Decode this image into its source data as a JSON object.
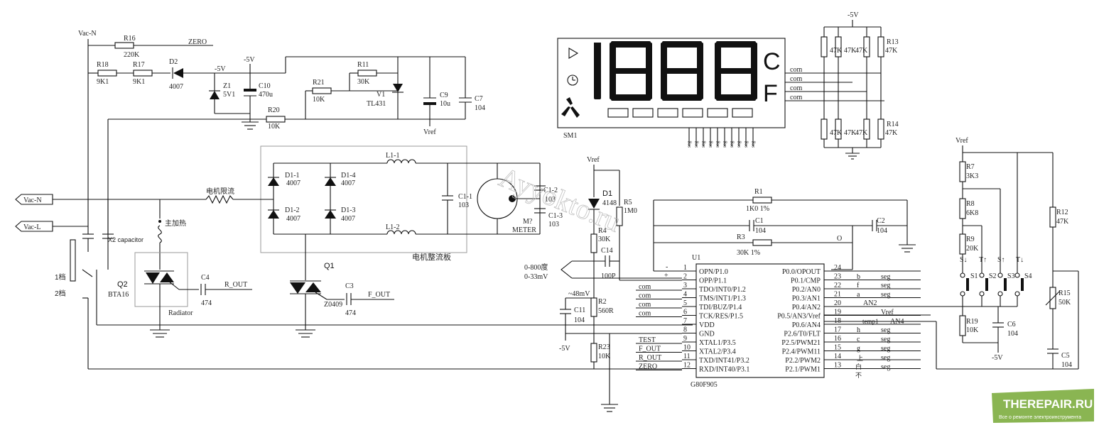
{
  "labels": {
    "vac_n_top": "Vac-N",
    "zero": "ZERO",
    "r16": "R16",
    "r16v": "220K",
    "r18": "R18",
    "r18v": "9K1",
    "r17": "R17",
    "r17v": "9K1",
    "d2": "D2",
    "d2v": "4007",
    "m5v_a": "-5V",
    "m5v_b": "-5V",
    "m5v_c": "-5V",
    "z1": "Z1",
    "z1v": "5V1",
    "c10": "C10",
    "c10v": "470u",
    "r11": "R11",
    "r11v": "30K",
    "r21": "R21",
    "r21v": "10K",
    "v1": "V1",
    "v1v": "TL431",
    "c9": "C9",
    "c9v": "10u",
    "c7": "C7",
    "c7v": "104",
    "r20": "R20",
    "r20v": "10K",
    "vref1": "Vref",
    "sm1": "SM1",
    "disp_c": "C",
    "disp_f": "F",
    "com": "com",
    "m5v_top": "-5V",
    "r13": "R13",
    "r13v": "47K",
    "r14": "R14",
    "r14v": "47K",
    "k47": "47K",
    "seg": "seg",
    "d11": "D1-1",
    "d14": "D1-4",
    "d12": "D1-2",
    "d13": "D1-3",
    "v4007": "4007",
    "l11": "L1-1",
    "l12": "L1-2",
    "c11x": "C1-1",
    "c11v": "103",
    "c12": "C1-2",
    "c12v": "103",
    "c13": "C1-3",
    "c13v": "103",
    "meter_m": "M?",
    "meter": "METER",
    "board": "电机整流板",
    "motor_lim": "电机限流",
    "main_heat": "主加热",
    "vac_n": "Vac-N",
    "vac_l": "Vac-L",
    "x2cap": "X2 capacitor",
    "gear1": "1档",
    "gear2": "2档",
    "q2": "Q2",
    "q2v": "BTA16",
    "radiator": "Radiator",
    "c4": "C4",
    "c4v": "474",
    "r_out": "R_OUT",
    "q1": "Q1",
    "q1v": "Z0409",
    "c3": "C3",
    "c3v": "474",
    "f_out": "F_OUT",
    "vref2": "Vref",
    "d1": "D1",
    "d1v": "4148",
    "r5": "R5",
    "r5v": "1M0",
    "r4": "R4",
    "r4v": "30K",
    "c14": "C14",
    "c14v": "100P",
    "range1": "0-800度",
    "range2": "0-33mV",
    "minus": "-",
    "plus": "+",
    "r1": "R1",
    "r1v": "1K0 1%",
    "c1": "C1",
    "c1v": "104",
    "r3": "R3",
    "r3v": "30K 1%",
    "c2": "C2",
    "c2v": "104",
    "o": "O",
    "mv48": "~48mV",
    "r2": "R2",
    "r2v": "560R",
    "c11": "C11",
    "c11v2": "104",
    "m5v_d": "-5V",
    "r23": "R23",
    "r23v": "10K",
    "u1": "U1",
    "u1v": "G80F905",
    "vref3": "Vref",
    "r7": "R7",
    "r7v": "3K3",
    "r8": "R8",
    "r8v": "6K8",
    "r9": "R9",
    "r9v": "20K",
    "r12": "R12",
    "r12v": "47K",
    "s1": "S1",
    "s2": "S2",
    "s3": "S3",
    "s4": "S4",
    "sdn1": "S↓",
    "tup": "T↑",
    "sup": "S↑",
    "tdn": "T↓",
    "r15": "R15",
    "r15v": "50K",
    "r19": "R19",
    "r19v": "10K",
    "c6": "C6",
    "c6v": "104",
    "c5": "C5",
    "c5v": "104",
    "m5v_e": "-5V",
    "test": "TEST",
    "f_out2": "F_OUT",
    "r_out2": "R_OUT",
    "zero2": "ZERO",
    "an2": "AN2",
    "vref4": "Vref",
    "temp1": "temp1",
    "an4": "AN4",
    "wd_b": "b",
    "wd_f": "f",
    "wd_a": "a",
    "wd_h": "h",
    "wd_c": "c",
    "wd_g": "g",
    "bai": "白",
    "shang": "上",
    "bu": "不"
  },
  "u1_left_pins": [
    {
      "num": "1",
      "name": "OPN/P1.0",
      "net": ""
    },
    {
      "num": "2",
      "name": "OPP/P1.1",
      "net": ""
    },
    {
      "num": "3",
      "name": "TDO/INT0/P1.2",
      "net": "com"
    },
    {
      "num": "4",
      "name": "TMS/INT1/P1.3",
      "net": "com"
    },
    {
      "num": "5",
      "name": "TDI/BUZ/P1.4",
      "net": "com"
    },
    {
      "num": "6",
      "name": "TCK/RES/P1.5",
      "net": "com"
    },
    {
      "num": "7",
      "name": "VDD",
      "net": ""
    },
    {
      "num": "8",
      "name": "GND",
      "net": ""
    },
    {
      "num": "9",
      "name": "XTAL1/P3.5",
      "net": "TEST"
    },
    {
      "num": "10",
      "name": "XTAL2/P3.4",
      "net": "F_OUT"
    },
    {
      "num": "11",
      "name": "TXD/INT41/P3.2",
      "net": "R_OUT"
    },
    {
      "num": "12",
      "name": "RXD/INT40/P3.1",
      "net": "ZERO"
    }
  ],
  "u1_right_pins": [
    {
      "num": "24",
      "name": "P0.0/OPOUT"
    },
    {
      "num": "23",
      "name": "P0.1/CMP"
    },
    {
      "num": "22",
      "name": "P0.2/AN0"
    },
    {
      "num": "21",
      "name": "P0.3/AN1"
    },
    {
      "num": "20",
      "name": "P0.4/AN2"
    },
    {
      "num": "19",
      "name": "P0.5/AN3/Vref"
    },
    {
      "num": "18",
      "name": "P0.6/AN4"
    },
    {
      "num": "17",
      "name": "P2.6/T0/FLT"
    },
    {
      "num": "16",
      "name": "P2.5/PWM21"
    },
    {
      "num": "15",
      "name": "P2.4/PWM11"
    },
    {
      "num": "14",
      "name": "P2.2/PWM2"
    },
    {
      "num": "13",
      "name": "P2.1/PWM1"
    }
  ],
  "watermark": "Ayyokto.ru",
  "badge": {
    "title": "THEREPAIR.RU",
    "subtitle": "Все о ремонте электроинструмента"
  },
  "colors": {
    "line": "#111111",
    "badge_bg": "#8ab552"
  }
}
